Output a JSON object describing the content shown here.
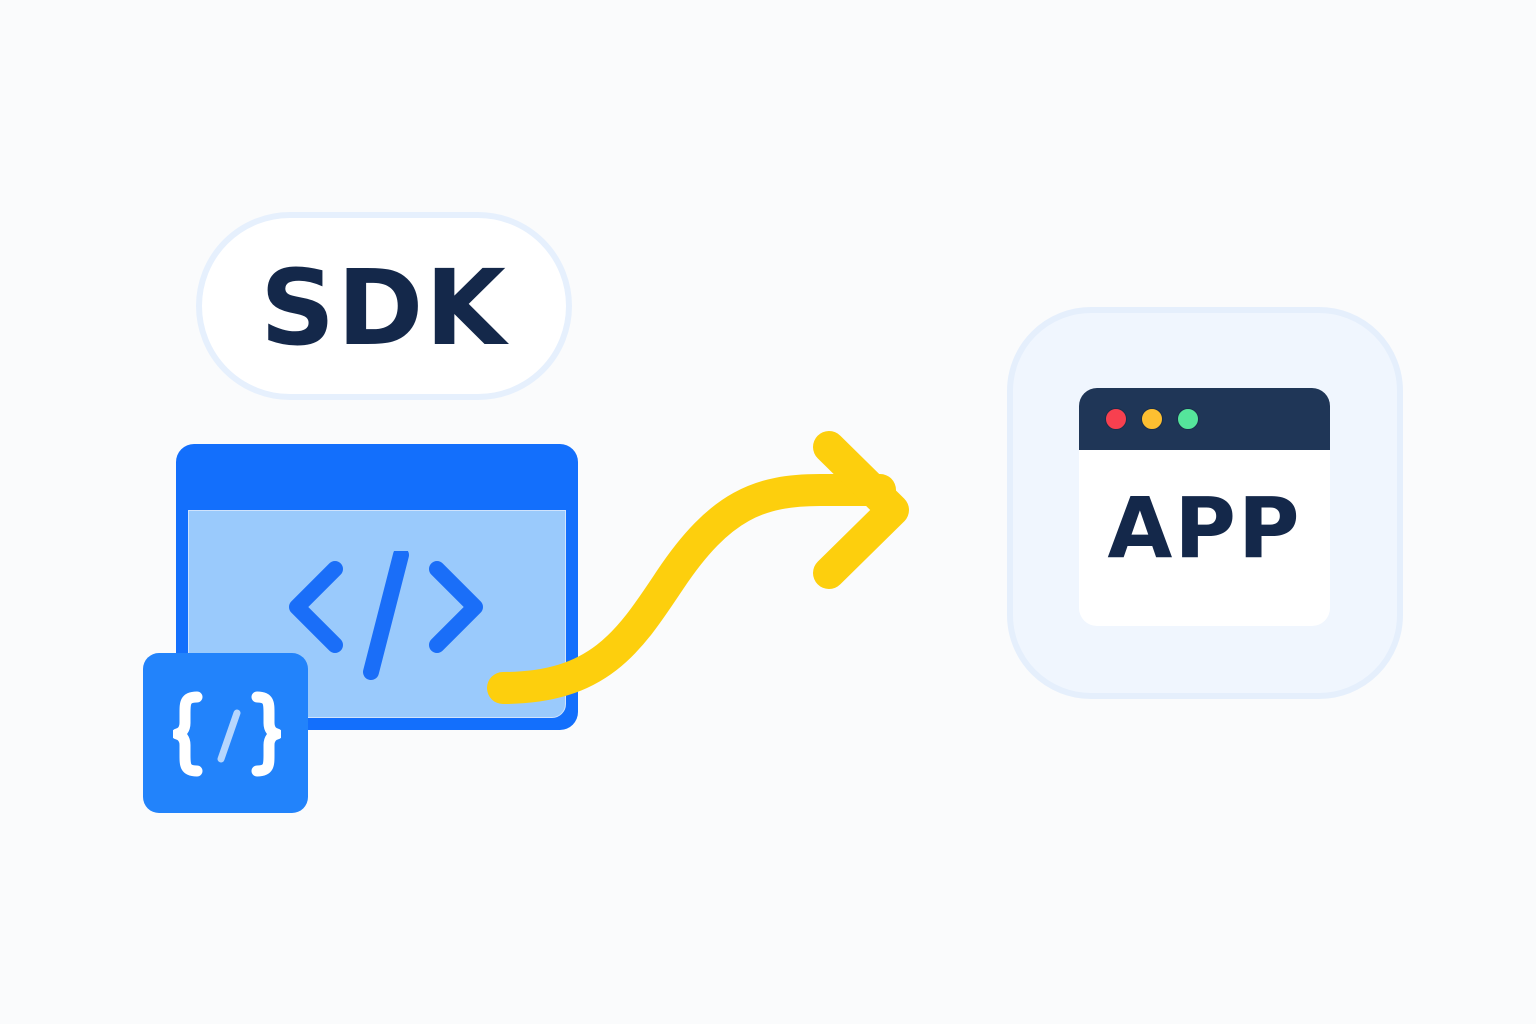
{
  "diagram": {
    "source": {
      "label": "SDK",
      "window_icon": "code-tag-icon",
      "badge_icon": "curly-braces-code-icon"
    },
    "connector": {
      "type": "wavy-arrow",
      "direction": "left-to-right",
      "icon": "arrow-right-icon"
    },
    "target": {
      "label": "APP",
      "window_icon": "browser-window-icon",
      "window_controls": [
        "close-dot",
        "minimize-dot",
        "maximize-dot"
      ]
    }
  },
  "colors": {
    "background": "#fafbfc",
    "text_dark": "#14284a",
    "sdk_pill_border": "#e6f0fd",
    "code_window_frame": "#136ffc",
    "code_window_body": "#9acafc",
    "code_glyph": "#1a6ef8",
    "braces_tile": "#2283fb",
    "braces_glyph": "#ffffff",
    "braces_slash": "#b6d6fd",
    "arrow": "#fdcf0d",
    "app_tile_bg": "#f0f6fe",
    "app_tile_border": "#e5effc",
    "app_titlebar": "#1f3657",
    "dot_red": "#f7404f",
    "dot_yellow": "#fdbf31",
    "dot_green": "#55e59b"
  }
}
